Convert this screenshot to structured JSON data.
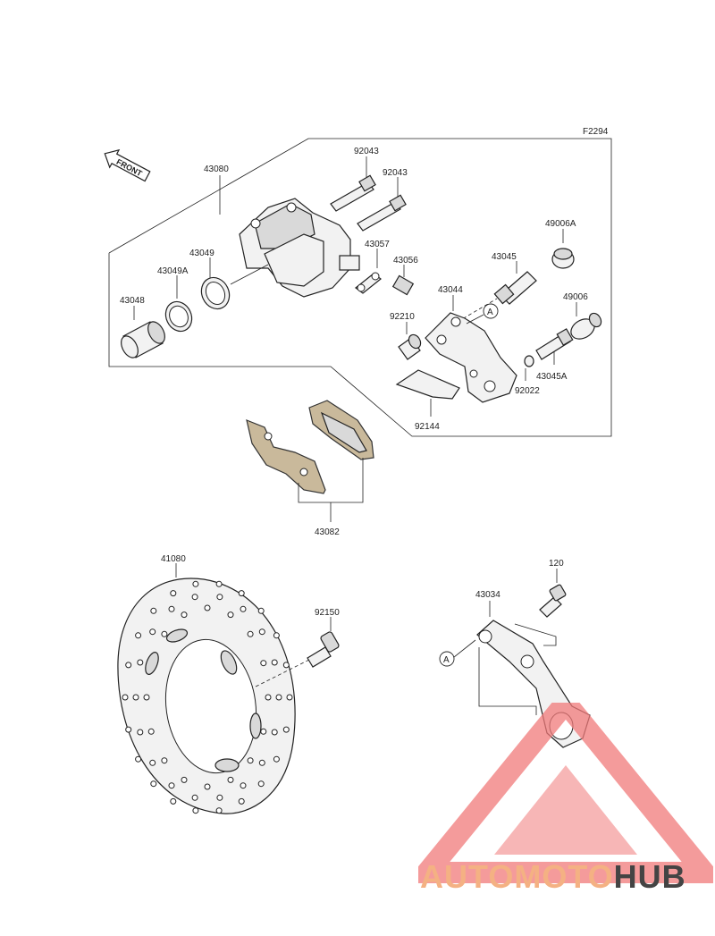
{
  "figure_code": "F2294",
  "front_arrow_label": "FRONT",
  "labels": {
    "p92043a": "92043",
    "p92043b": "92043",
    "p43080": "43080",
    "p43057": "43057",
    "p43056": "43056",
    "p43049": "43049",
    "p43049A": "43049A",
    "p43048": "43048",
    "p43045": "43045",
    "p43044": "43044",
    "p49006A": "49006A",
    "p49006": "49006",
    "p92210": "92210",
    "p43045A": "43045A",
    "p92022": "92022",
    "p92144": "92144",
    "p43082": "43082",
    "p41080": "41080",
    "p92150": "92150",
    "p120": "120",
    "p43034": "43034",
    "ref_a1": "A",
    "ref_a2": "A"
  },
  "watermark": {
    "part1": "AUTOMOTO",
    "part2": "HUB",
    "color_light": "#f4b183",
    "color_dark": "#444444",
    "color_logo": "#f07a7a"
  }
}
